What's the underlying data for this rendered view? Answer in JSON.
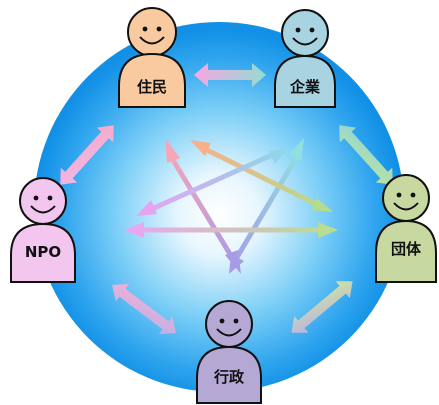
{
  "diagram": {
    "actors": [
      {
        "id": "residents",
        "label": "住民",
        "color": "#f9c9a0"
      },
      {
        "id": "companies",
        "label": "企業",
        "color": "#a8d3e0"
      },
      {
        "id": "groups",
        "label": "団体",
        "color": "#c7d9a1"
      },
      {
        "id": "government",
        "label": "行政",
        "color": "#b5a8d4"
      },
      {
        "id": "npo",
        "label": "NPO",
        "color": "#f3c6f0"
      }
    ],
    "colors": {
      "circle_center": "#ffffff",
      "circle_edge": "#0f8fe8",
      "outline": "#111111"
    }
  }
}
